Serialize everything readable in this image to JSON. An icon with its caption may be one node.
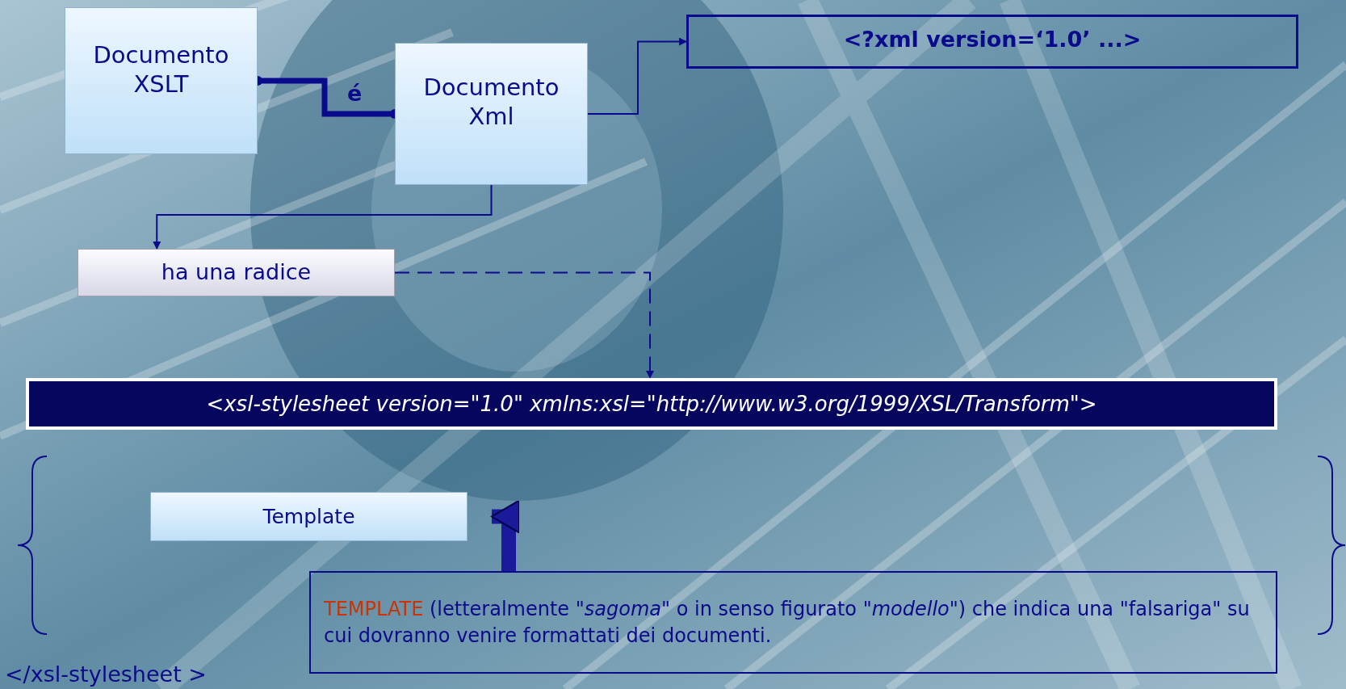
{
  "diagram": {
    "nodes": [
      {
        "text": [
          "Documento XSLT"
        ]
      },
      {
        "text": [
          "Documento Xml"
        ]
      },
      {
        "text": [
          "<?xml version=‘1.0’ ...>"
        ]
      },
      {
        "text": [
          "ha una radice"
        ]
      },
      {
        "text": [
          "<xsl-stylesheet version=\"1.0\" xmlns:xsl=\"http://www.w3.org/1999/XSL/Transform\">"
        ]
      },
      {
        "text": [
          "Template"
        ]
      },
      {
        "text": [
          "TEMPLATE",
          "(letteralmente *\"sagoma\"* o in senso figurato *\"modello\"*) che indica una \"falsariga\" su cui dovranno venire formattati dei documenti."
        ]
      }
    ],
    "edges": [
      {
        "from": 0,
        "to": 1,
        "arrow": "other",
        "label": "é",
        "style": "thick"
      },
      {
        "from": 1,
        "to": 2,
        "arrow": "to"
      },
      {
        "from": 1,
        "to": 3,
        "arrow": "to"
      },
      {
        "from": 3,
        "to": 4,
        "arrow": "to",
        "style": "dashed"
      },
      {
        "from": 6,
        "to": 5,
        "arrow": "to",
        "style": "thick"
      }
    ],
    "labels": [
      "</xsl-stylesheet >"
    ]
  }
}
